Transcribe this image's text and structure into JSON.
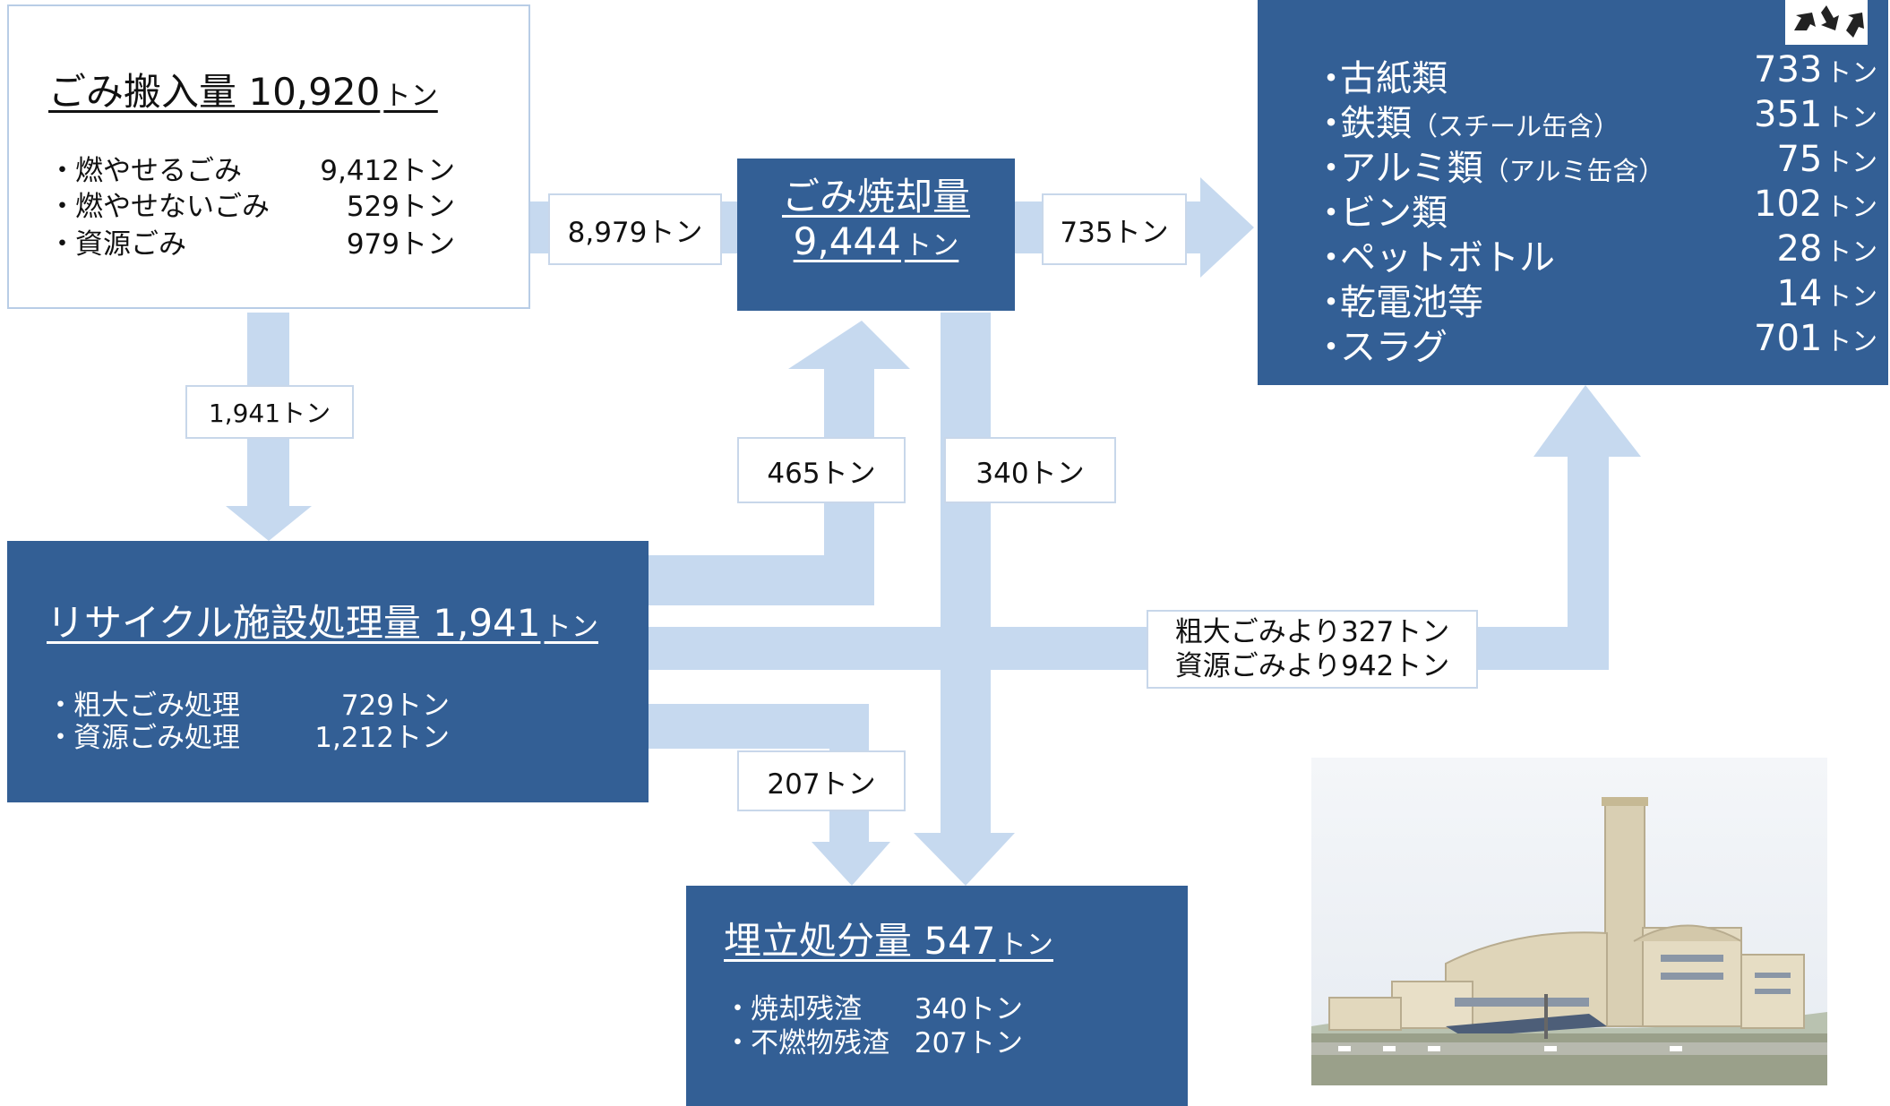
{
  "intake": {
    "title": "ごみ搬入量 10,920",
    "title_unit": "トン",
    "items": [
      {
        "label": "燃やせるごみ",
        "value": "9,412トン"
      },
      {
        "label": "燃やせないごみ",
        "value": "529トン"
      },
      {
        "label": "資源ごみ",
        "value": "979トン"
      }
    ]
  },
  "incineration": {
    "title": "ごみ焼却量",
    "amount": "9,444",
    "unit": "トン"
  },
  "resources": {
    "items": [
      {
        "label": "古紙類",
        "note": "",
        "value": "733",
        "unit": "トン"
      },
      {
        "label": "鉄類",
        "note": "（スチール缶含）",
        "value": "351",
        "unit": "トン"
      },
      {
        "label": "アルミ類",
        "note": "（アルミ缶含）",
        "value": "75",
        "unit": "トン"
      },
      {
        "label": "ビン類",
        "note": "",
        "value": "102",
        "unit": "トン"
      },
      {
        "label": "ペットボトル",
        "note": "",
        "value": "28",
        "unit": "トン"
      },
      {
        "label": "乾電池等",
        "note": "",
        "value": "14",
        "unit": "トン"
      },
      {
        "label": "スラグ",
        "note": "",
        "value": "701",
        "unit": "トン"
      }
    ]
  },
  "recycle_facility": {
    "title": "リサイクル施設処理量 1,941",
    "title_unit": "トン",
    "items": [
      {
        "label": "粗大ごみ処理",
        "value": "729トン"
      },
      {
        "label": "資源ごみ処理",
        "value": "1,212トン"
      }
    ]
  },
  "landfill": {
    "title": "埋立処分量 547",
    "title_unit": "トン",
    "items": [
      {
        "label": "焼却残渣",
        "value": "340トン"
      },
      {
        "label": "不燃物残渣",
        "value": "207トン"
      }
    ]
  },
  "flows": {
    "to_incineration": "8,979トン",
    "to_resources": "735トン",
    "to_recycle_facility": "1,941トン",
    "recycle_to_incineration": "465トン",
    "incineration_to_landfill": "340トン",
    "recycle_to_landfill": "207トン",
    "recycle_to_resources_line1": "粗大ごみより327トン",
    "recycle_to_resources_line2": "資源ごみより942トン"
  },
  "colors": {
    "box_blue": "#335f95",
    "flow_arrow": "#c6d9ef",
    "label_border": "#c8d7ea"
  },
  "icons": [
    "recycle-icon",
    "incineration-plant-photo"
  ]
}
